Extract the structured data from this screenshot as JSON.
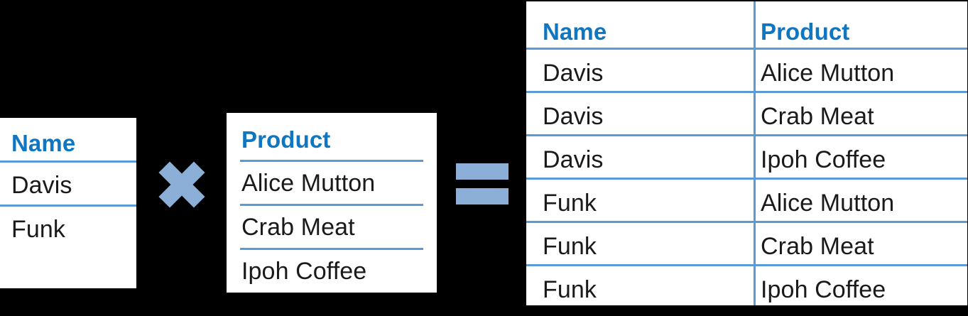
{
  "diagram": {
    "type": "cross-join-illustration",
    "accent_blue": "#0f76c1",
    "rule_blue": "#5b9bd5",
    "operator_blue": "#8cafd7",
    "background": "#000000",
    "surface": "#ffffff"
  },
  "left_table": {
    "name": "name-table",
    "header": "Name",
    "rows": [
      "Davis",
      "Funk"
    ]
  },
  "multiply_operator": {
    "icon": "multiply-icon",
    "symbol": "×"
  },
  "middle_table": {
    "name": "product-table",
    "header": "Product",
    "rows": [
      "Alice Mutton",
      "Crab Meat",
      "Ipoh Coffee"
    ]
  },
  "equals_operator": {
    "icon": "equals-icon",
    "symbol": "="
  },
  "result_table": {
    "name": "cross-join-result-table",
    "headers": [
      "Name",
      "Product"
    ],
    "rows": [
      [
        "Davis",
        "Alice Mutton"
      ],
      [
        "Davis",
        "Crab Meat"
      ],
      [
        "Davis",
        "Ipoh Coffee"
      ],
      [
        "Funk",
        "Alice Mutton"
      ],
      [
        "Funk",
        "Crab Meat"
      ],
      [
        "Funk",
        "Ipoh Coffee"
      ]
    ]
  }
}
